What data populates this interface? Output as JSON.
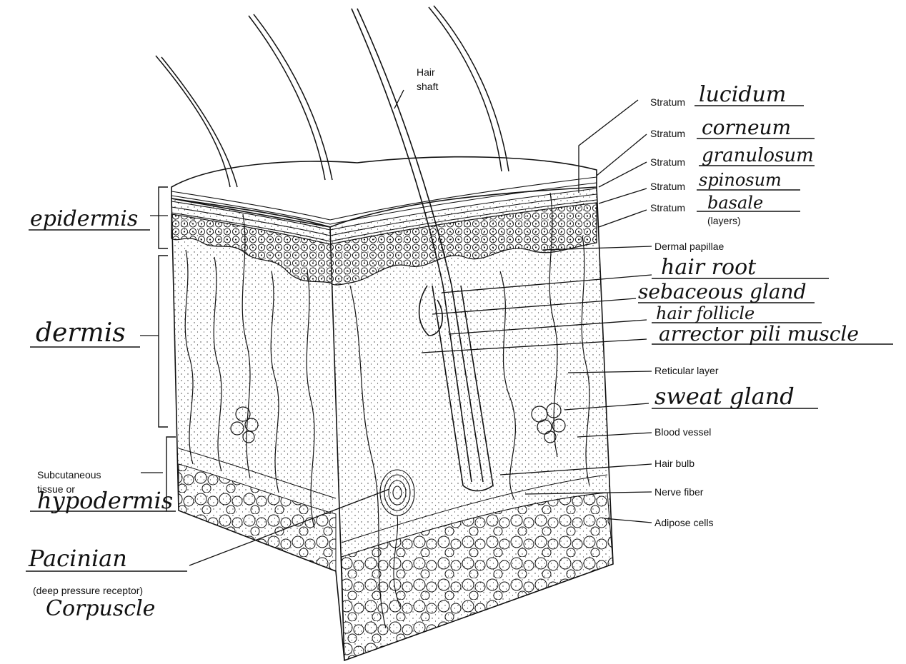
{
  "printed_labels": {
    "hair_shaft_line1": "Hair",
    "hair_shaft_line2": "shaft",
    "stratum_1": "Stratum",
    "stratum_2": "Stratum",
    "stratum_3": "Stratum",
    "stratum_4": "Stratum",
    "stratum_5": "Stratum",
    "layers_note": "(layers)",
    "dermal_papillae": "Dermal papillae",
    "reticular_layer": "Reticular layer",
    "blood_vessel": "Blood vessel",
    "hair_bulb": "Hair bulb",
    "nerve_fiber": "Nerve fiber",
    "adipose_cells": "Adipose cells",
    "subcutaneous_line1": "Subcutaneous",
    "subcutaneous_line2": "tissue or",
    "deep_pressure": "(deep pressure receptor)"
  },
  "handwritten_answers": {
    "stratum_lucidum": "lucidum",
    "stratum_corneum": "corneum",
    "stratum_granulosum": "granulosum",
    "stratum_spinosum": "spinosum",
    "stratum_basale": "basale",
    "epidermis": "epidermis",
    "dermis": "dermis",
    "hypodermis": "hypodermis",
    "pacinian": "Pacinian",
    "corpuscle": "Corpuscle",
    "hair_root": "hair root",
    "sebaceous_gland": "sebaceous gland",
    "hair_follicle": "hair follicle",
    "arrector_pili": "arrector pili muscle",
    "sweat_gland": "sweat gland"
  },
  "colors": {
    "ink": "#111111",
    "paper": "#ffffff"
  }
}
